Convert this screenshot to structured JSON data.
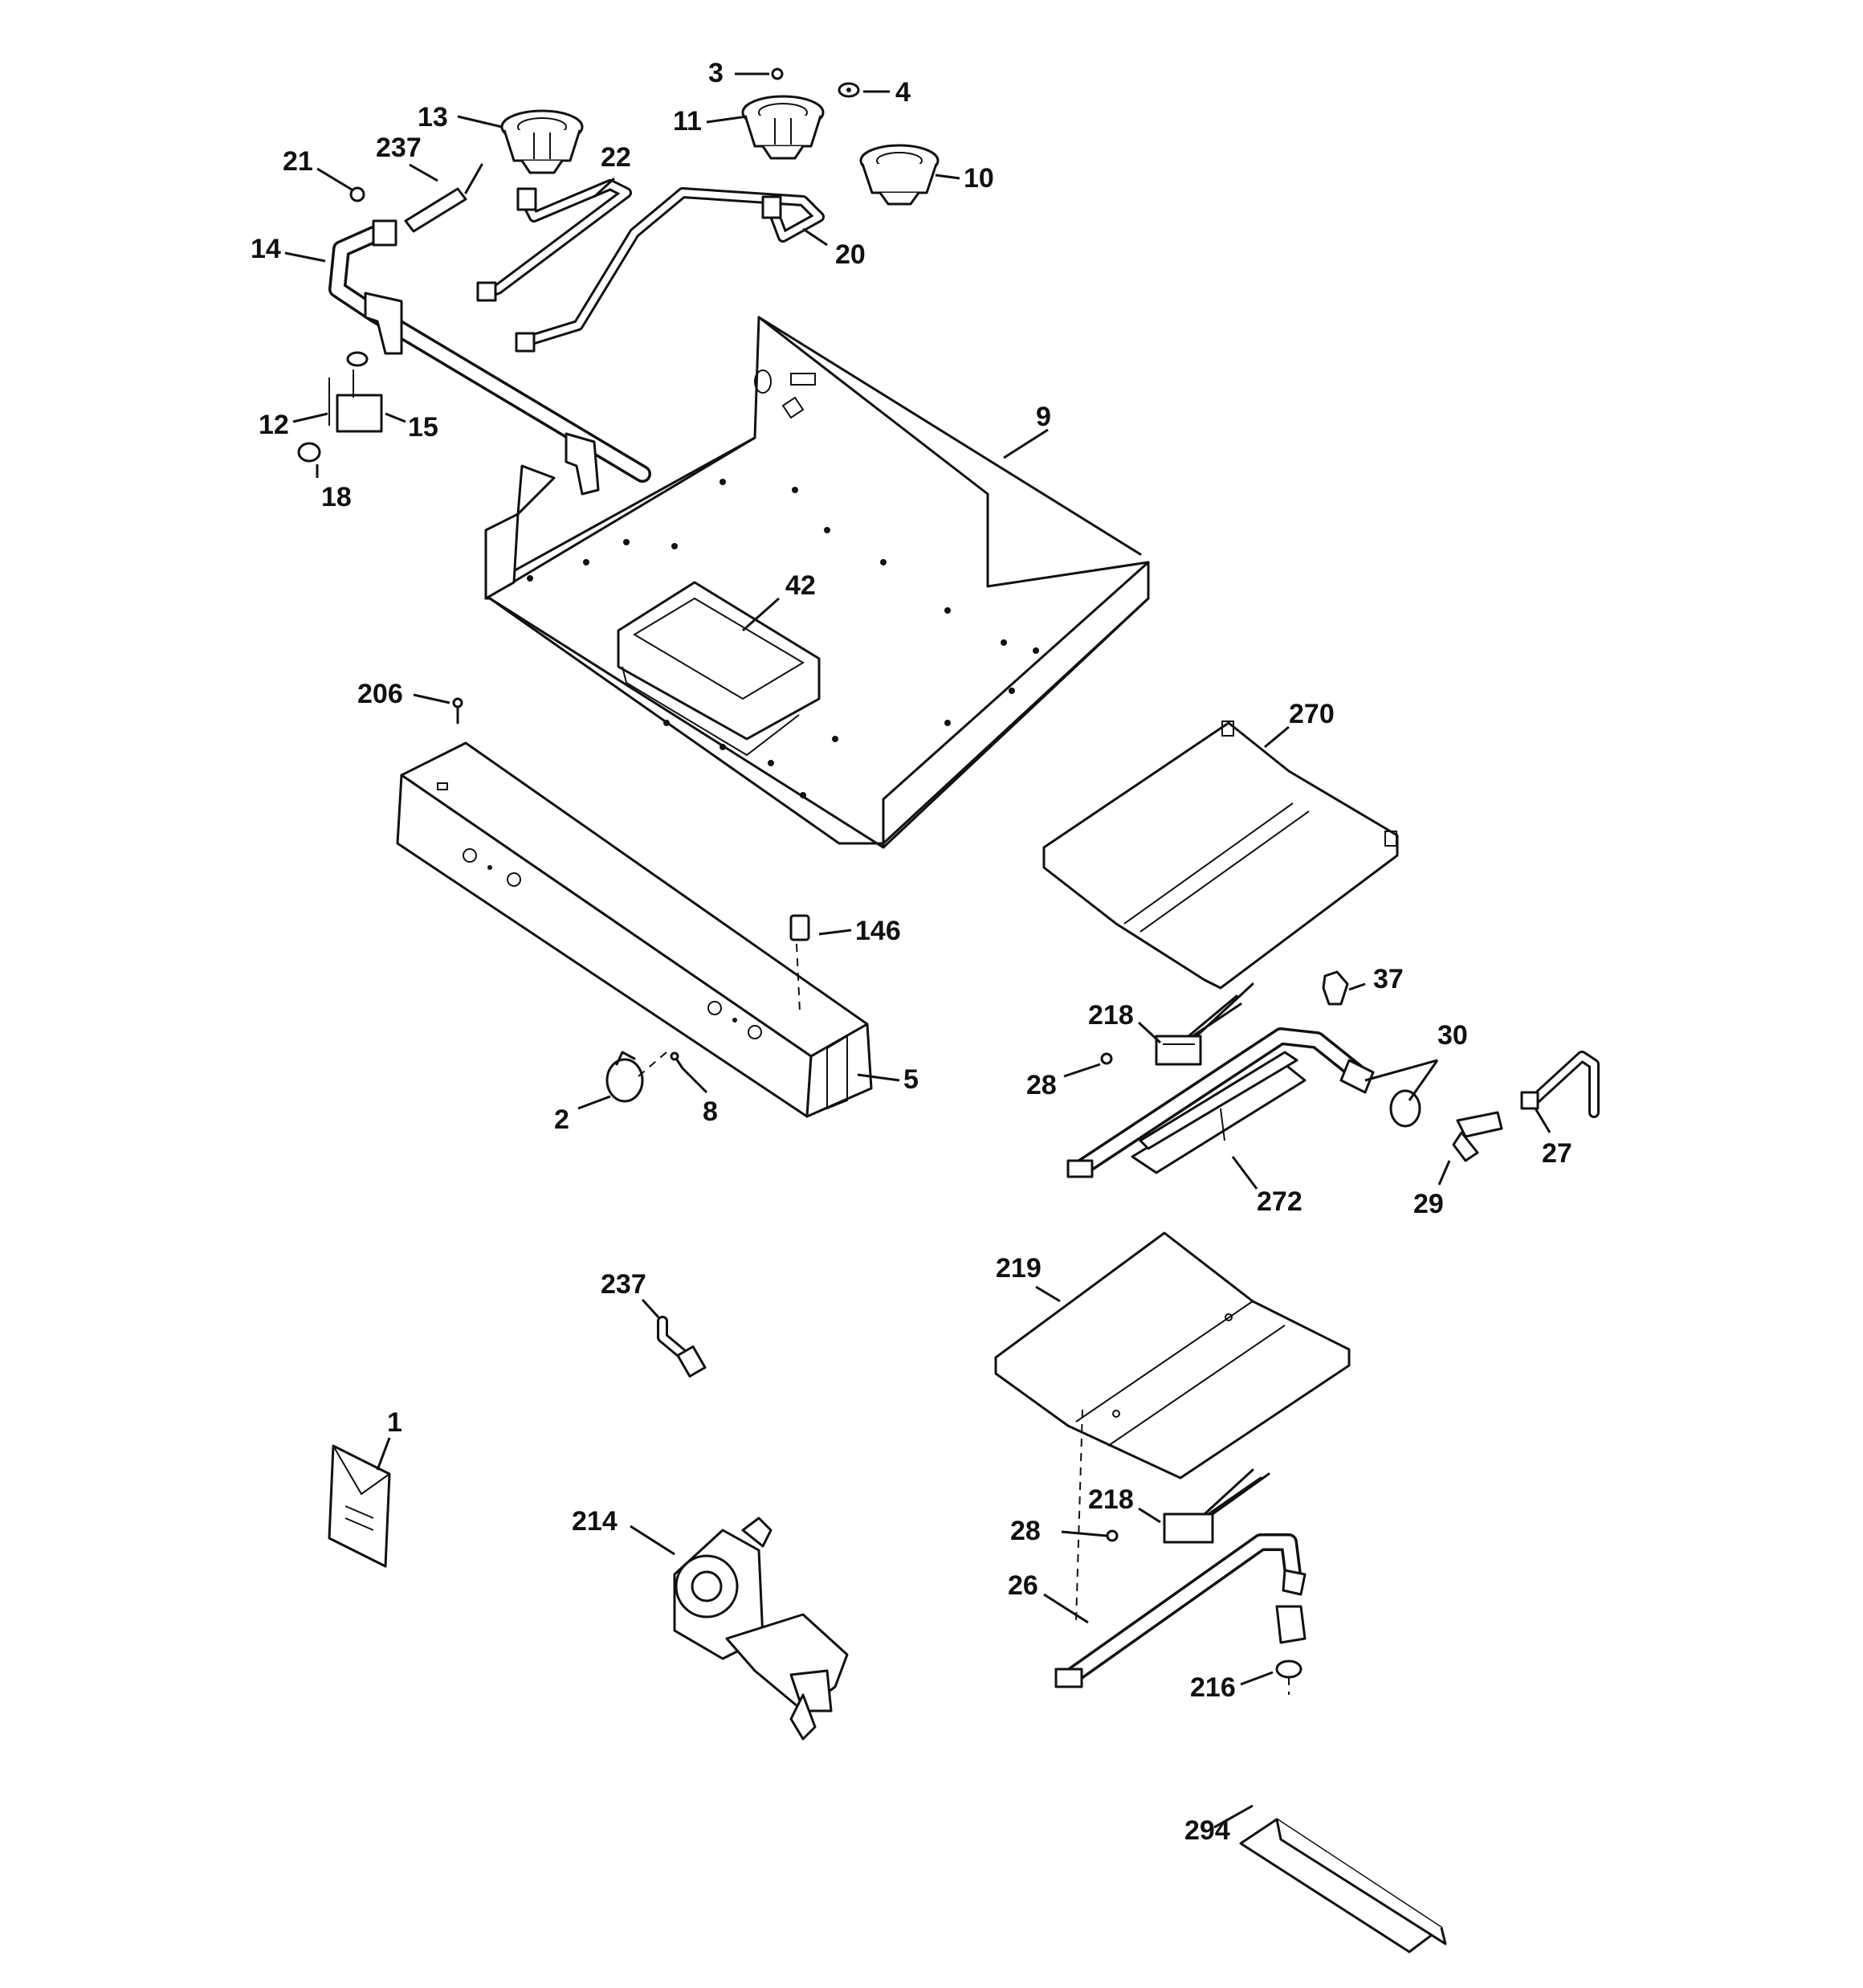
{
  "diagram": {
    "callouts": [
      {
        "id": "c3",
        "text": "3"
      },
      {
        "id": "c4",
        "text": "4"
      },
      {
        "id": "c13",
        "text": "13"
      },
      {
        "id": "c11",
        "text": "11"
      },
      {
        "id": "c10",
        "text": "10"
      },
      {
        "id": "c21",
        "text": "21"
      },
      {
        "id": "c237a",
        "text": "237"
      },
      {
        "id": "c22",
        "text": "22"
      },
      {
        "id": "c20",
        "text": "20"
      },
      {
        "id": "c14",
        "text": "14"
      },
      {
        "id": "c9",
        "text": "9"
      },
      {
        "id": "c12",
        "text": "12"
      },
      {
        "id": "c15",
        "text": "15"
      },
      {
        "id": "c18",
        "text": "18"
      },
      {
        "id": "c42",
        "text": "42"
      },
      {
        "id": "c206",
        "text": "206"
      },
      {
        "id": "c270",
        "text": "270"
      },
      {
        "id": "c146",
        "text": "146"
      },
      {
        "id": "c37",
        "text": "37"
      },
      {
        "id": "c218a",
        "text": "218"
      },
      {
        "id": "c30",
        "text": "30"
      },
      {
        "id": "c5",
        "text": "5"
      },
      {
        "id": "c28a",
        "text": "28"
      },
      {
        "id": "c2",
        "text": "2"
      },
      {
        "id": "c8",
        "text": "8"
      },
      {
        "id": "c27",
        "text": "27"
      },
      {
        "id": "c272",
        "text": "272"
      },
      {
        "id": "c29",
        "text": "29"
      },
      {
        "id": "c219",
        "text": "219"
      },
      {
        "id": "c237b",
        "text": "237"
      },
      {
        "id": "c1",
        "text": "1"
      },
      {
        "id": "c218b",
        "text": "218"
      },
      {
        "id": "c214",
        "text": "214"
      },
      {
        "id": "c28b",
        "text": "28"
      },
      {
        "id": "c26",
        "text": "26"
      },
      {
        "id": "c216",
        "text": "216"
      },
      {
        "id": "c294",
        "text": "294"
      }
    ]
  }
}
